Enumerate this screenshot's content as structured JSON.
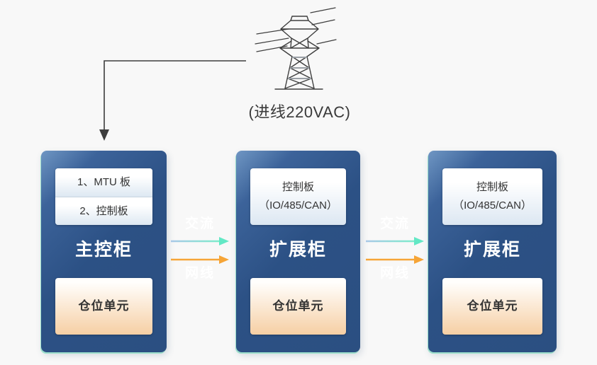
{
  "power_source": {
    "icon": "transmission-tower-icon",
    "label": "(进线220VAC)"
  },
  "cabinets": [
    {
      "type": "main",
      "title": "主控柜",
      "board_lines": [
        "1、MTU 板",
        "2、控制板"
      ],
      "bay_label": "仓位单元"
    },
    {
      "type": "expansion",
      "title": "扩展柜",
      "board_lines": [
        "控制板",
        "（IO/485/CAN）"
      ],
      "bay_label": "仓位单元"
    },
    {
      "type": "expansion",
      "title": "扩展柜",
      "board_lines": [
        "控制板",
        "（IO/485/CAN）"
      ],
      "bay_label": "仓位单元"
    }
  ],
  "links": [
    {
      "ac_label": "交流",
      "net_label": "网线"
    },
    {
      "ac_label": "交流",
      "net_label": "网线"
    }
  ],
  "colors": {
    "page_background": "#f8f8f8",
    "cabinet_dark": "#2c5185",
    "cabinet_light": "#6f96c3",
    "cabinet_accent_edge": "#9ce0cc",
    "board_box_gradient_end": "#dce7f2",
    "bay_box_gradient_end": "#f6cfa4",
    "ac_arrow_start": "#a9c7e8",
    "ac_arrow_end": "#63e8c5",
    "net_arrow": "#f6a537",
    "line_color": "#3d3d3d",
    "text_dark": "#333333",
    "text_white": "#ffffff"
  }
}
